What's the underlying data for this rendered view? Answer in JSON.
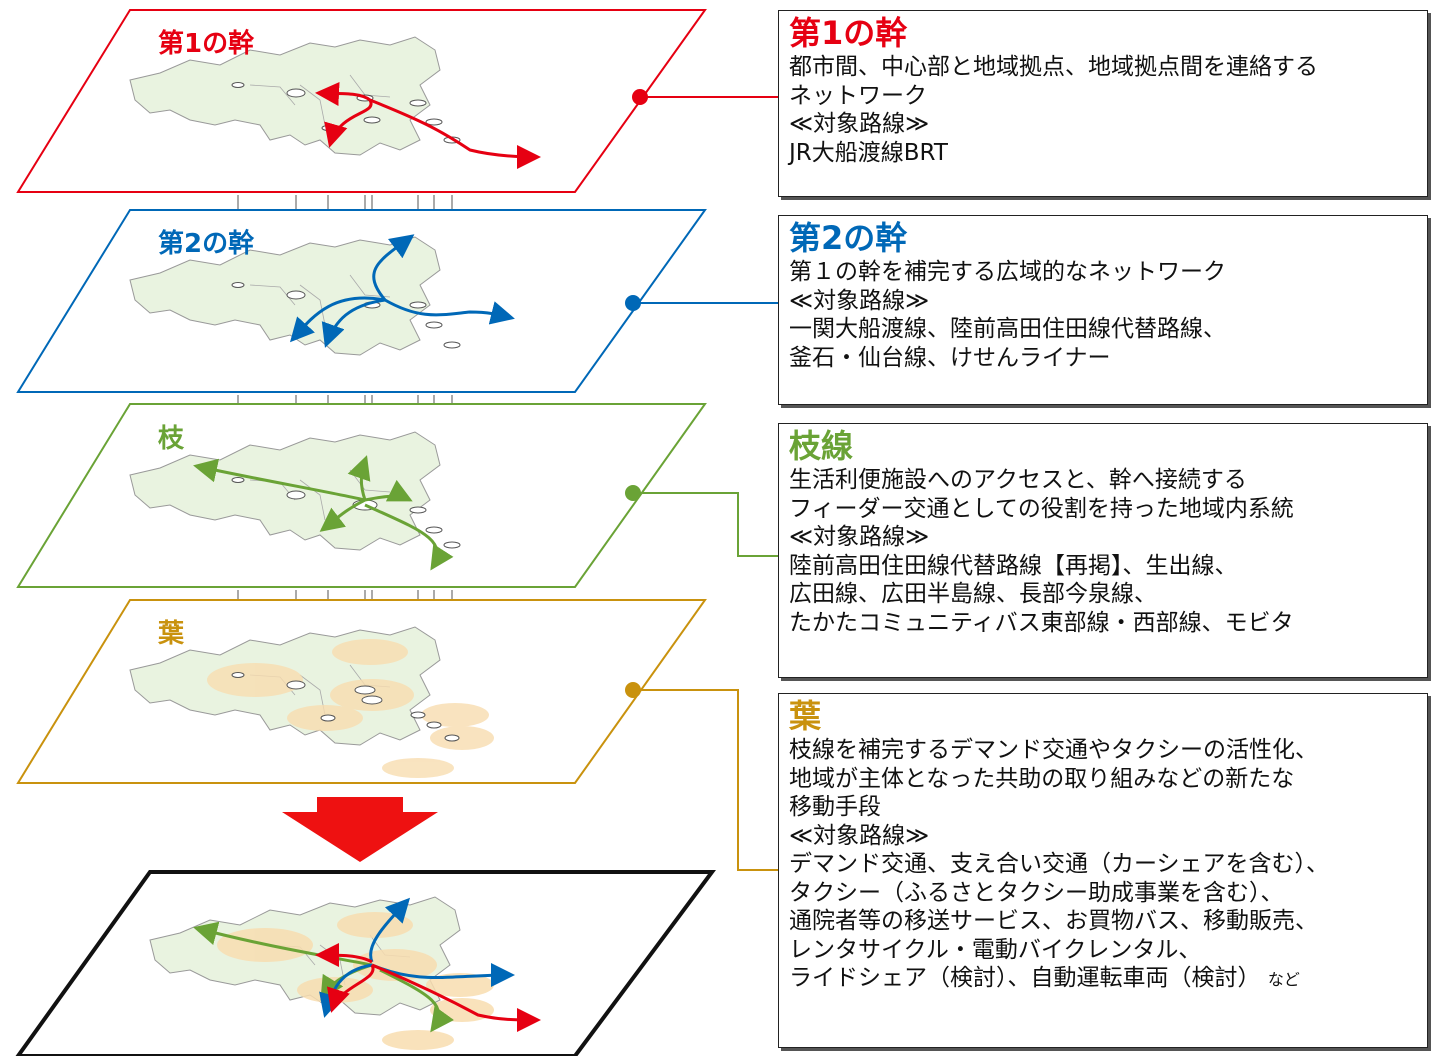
{
  "layers": [
    {
      "label": "第1の幹",
      "color": "#e60012"
    },
    {
      "label": "第2の幹",
      "color": "#0068b7"
    },
    {
      "label": "枝",
      "color": "#6aa336"
    },
    {
      "label": "葉",
      "color": "#c9920e"
    }
  ],
  "boxes": [
    {
      "title": "第1の幹",
      "color": "#e60012",
      "lines": [
        "都市間、中心部と地域拠点、地域拠点間を連絡する",
        "ネットワーク",
        "≪対象路線≫",
        "JR大船渡線BRT"
      ]
    },
    {
      "title": "第2の幹",
      "color": "#0068b7",
      "lines": [
        "第１の幹を補完する広域的なネットワーク",
        "≪対象路線≫",
        "一関大船渡線、陸前高田住田線代替路線、",
        "釜石・仙台線、けせんライナー"
      ]
    },
    {
      "title": "枝線",
      "color": "#6aa336",
      "lines": [
        "生活利便施設へのアクセスと、幹へ接続する",
        "フィーダー交通としての役割を持った地域内系統",
        "≪対象路線≫",
        "陸前高田住田線代替路線【再掲】、生出線、",
        "広田線、広田半島線、長部今泉線、",
        "たかたコミュニティバス東部線・西部線、モビタ"
      ]
    },
    {
      "title": "葉",
      "color": "#c9920e",
      "lines": [
        "枝線を補完するデマンド交通やタクシーの活性化、",
        "地域が主体となった共助の取り組みなどの新たな",
        "移動手段",
        "≪対象路線≫",
        "デマンド交通、支え合い交通（カーシェアを含む）、",
        "タクシー（ふるさとタクシー助成事業を含む）、",
        "通院者等の移送サービス、お買物バス、移動販売、",
        "レンタサイクル・電動バイクレンタル、",
        "ライドシェア（検討）、自動運転車両（検討）"
      ],
      "suffix": "など"
    }
  ]
}
